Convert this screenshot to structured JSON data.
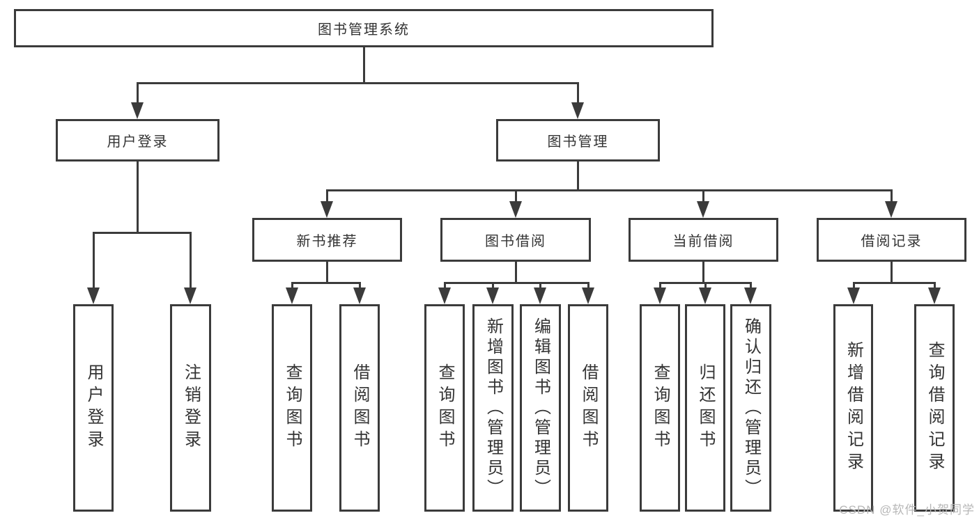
{
  "diagram": {
    "root": "图书管理系统",
    "level2": [
      "用户登录",
      "图书管理"
    ],
    "level3": [
      "新书推荐",
      "图书借阅",
      "当前借阅",
      "借阅记录"
    ],
    "user_login_children": [
      "用户登录",
      "注销登录"
    ],
    "new_books_children": [
      "查询图书",
      "借阅图书"
    ],
    "book_borrow_children": [
      "查询图书",
      "新增图书（管理员）",
      "编辑图书（管理员）",
      "借阅图书"
    ],
    "current_borrow_children": [
      "查询图书",
      "归还图书",
      "确认归还（管理员）"
    ],
    "borrow_records_children": [
      "新增借阅记录",
      "查询借阅记录"
    ]
  },
  "watermark": "CSDN @软件_小贺同学",
  "colors": {
    "line": "#3b3b3b",
    "text": "#333333",
    "watermark": "#b7b7b7",
    "background": "#ffffff"
  }
}
